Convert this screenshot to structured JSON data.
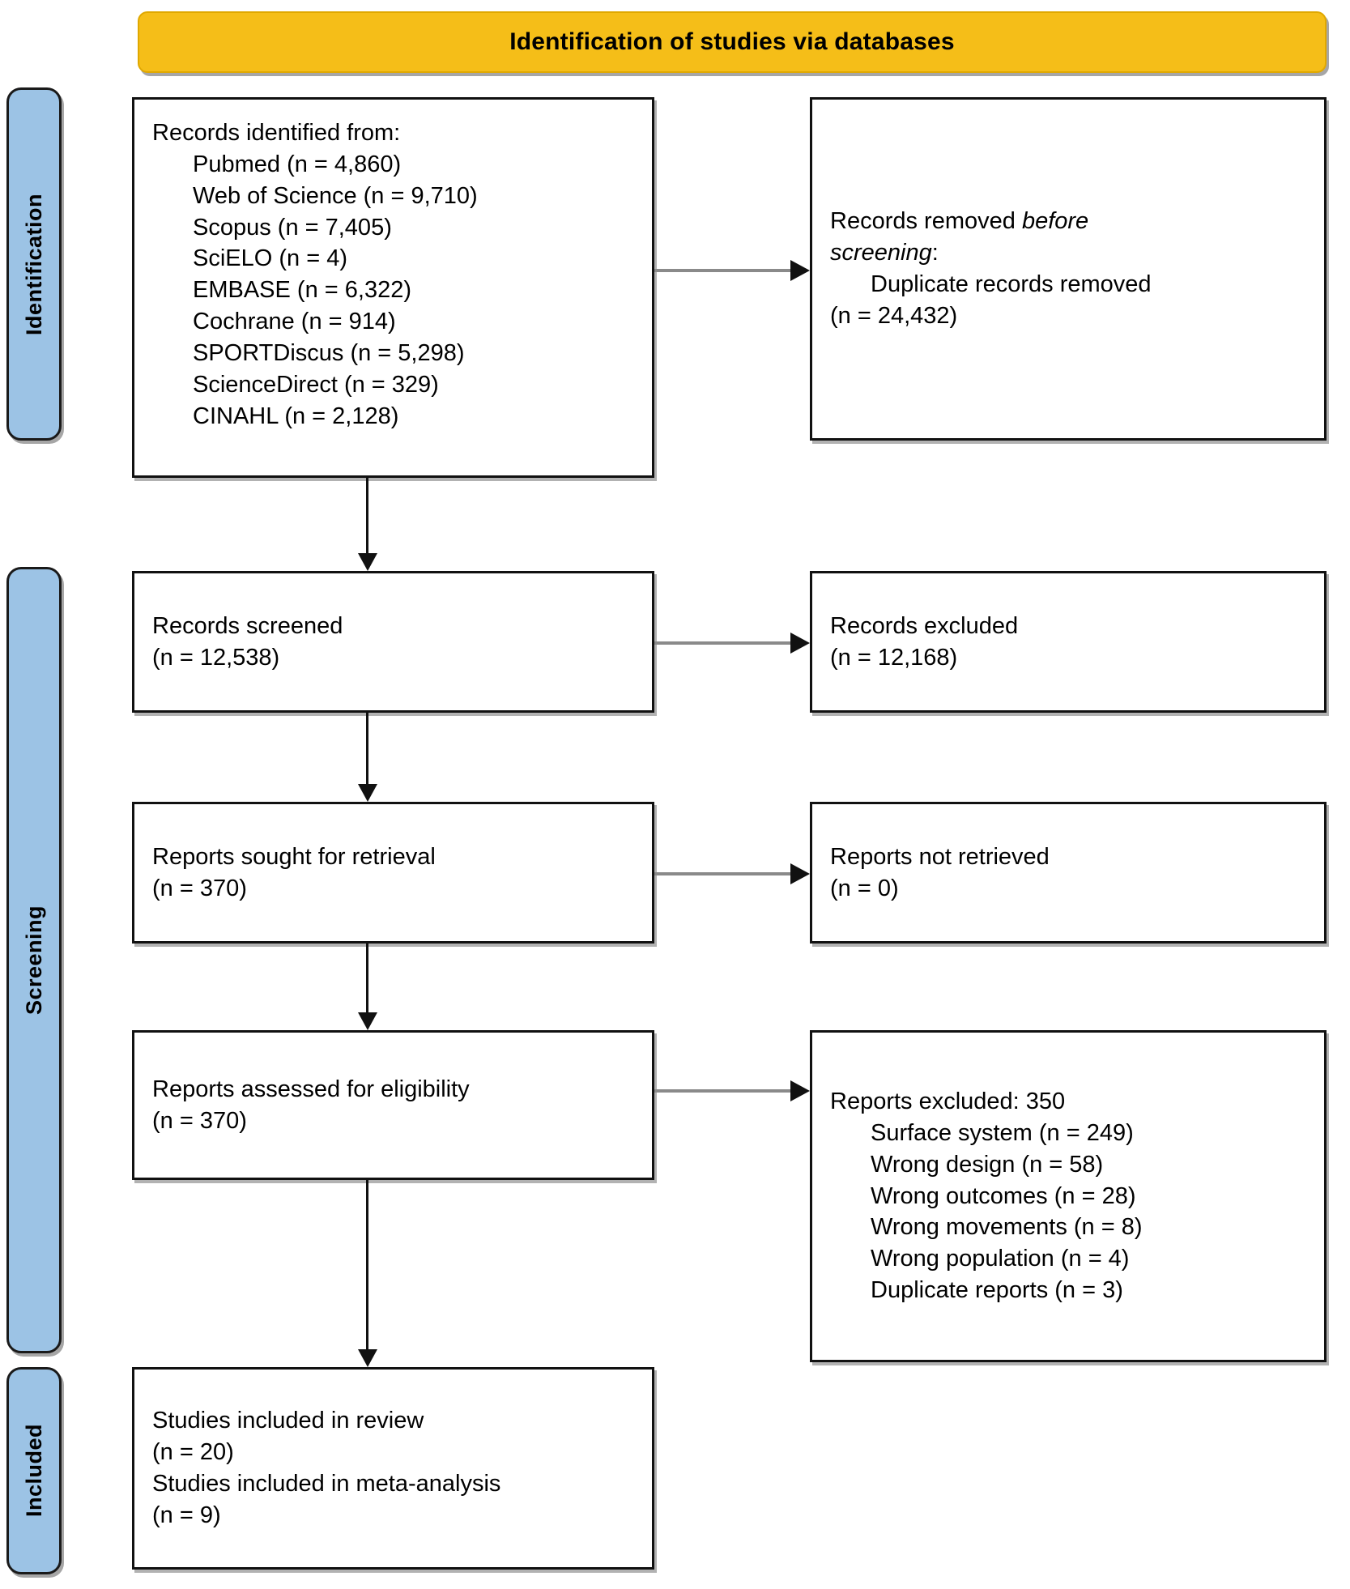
{
  "banner": {
    "title": "Identification of studies via databases"
  },
  "rails": [
    {
      "id": "identification",
      "label": "Identification"
    },
    {
      "id": "screening",
      "label": "Screening"
    },
    {
      "id": "included",
      "label": "Included"
    }
  ],
  "boxes": {
    "identified": {
      "heading": "Records identified from:",
      "items": [
        "Pubmed (n = 4,860)",
        "Web of Science (n = 9,710)",
        "Scopus (n = 7,405)",
        "SciELO (n = 4)",
        "EMBASE (n = 6,322)",
        "Cochrane (n = 914)",
        "SPORTDiscus (n = 5,298)",
        "ScienceDirect (n = 329)",
        "CINAHL (n = 2,128)"
      ]
    },
    "removed": {
      "line1": "Records removed ",
      "line1_italic": "before",
      "line2_italic": "screening",
      "line2_tail": ":",
      "item": "Duplicate records removed",
      "count": "(n = 24,432)"
    },
    "screened": {
      "label": "Records screened",
      "count": "(n = 12,538)"
    },
    "excluded": {
      "label": "Records excluded",
      "count": "(n = 12,168)"
    },
    "sought": {
      "label": "Reports sought for retrieval",
      "count": "(n = 370)"
    },
    "not_retrieved": {
      "label": "Reports not retrieved",
      "count": "(n = 0)"
    },
    "assessed": {
      "label": "Reports assessed for eligibility",
      "count": "(n = 370)"
    },
    "reports_excluded": {
      "heading": "Reports excluded: 350",
      "items": [
        "Surface system (n = 249)",
        "Wrong design (n = 58)",
        "Wrong outcomes (n = 28)",
        "Wrong movements (n = 8)",
        "Wrong population (n = 4)",
        "Duplicate reports (n = 3)"
      ]
    },
    "included": {
      "line1": "Studies included in review",
      "count1": "(n = 20)",
      "line2": "Studies included in meta-analysis",
      "count2": "(n = 9)"
    }
  },
  "colors": {
    "banner_fill": "#F5BE18",
    "rail_fill": "#9CC3E5",
    "box_border": "#111111",
    "h_connector": "#8a8a8a"
  }
}
